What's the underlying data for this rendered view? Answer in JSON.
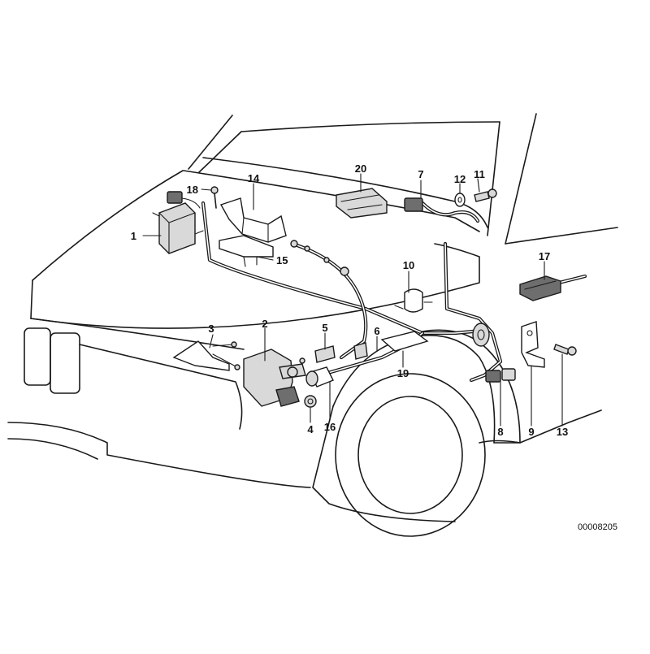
{
  "diagram": {
    "reference_number": "00008205",
    "callouts": {
      "c1": "1",
      "c2": "2",
      "c3": "3",
      "c4": "4",
      "c5": "5",
      "c6": "6",
      "c7": "7",
      "c8": "8",
      "c9": "9",
      "c10": "10",
      "c11": "11",
      "c12": "12",
      "c13": "13",
      "c14": "14",
      "c15": "15",
      "c16": "16",
      "c17": "17",
      "c18": "18",
      "c19": "19",
      "c20": "20"
    }
  }
}
